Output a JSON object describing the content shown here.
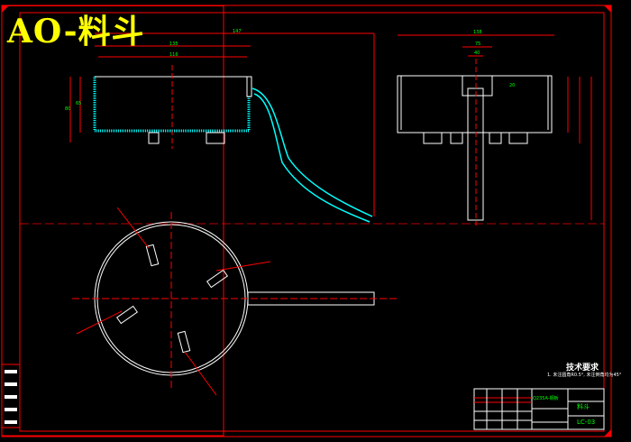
{
  "drawing": {
    "title": "AO-料斗",
    "tech_requirements_heading": "技术要求",
    "tech_requirements_note": "1. 未注圆角R0.5°, 未注倒角均为45°",
    "title_block": {
      "part_name": "料斗",
      "drawing_number": "LC-03",
      "material": "Q235A-钢板"
    },
    "dimensions": [
      "147",
      "135",
      "116",
      "80",
      "65",
      "138",
      "75",
      "40",
      "20"
    ]
  },
  "colors": {
    "border": "#ff0000",
    "outline": "#ffffff",
    "dimension_text": "#00ff00",
    "hatch": "#00ffff",
    "title": "#ffff00"
  }
}
